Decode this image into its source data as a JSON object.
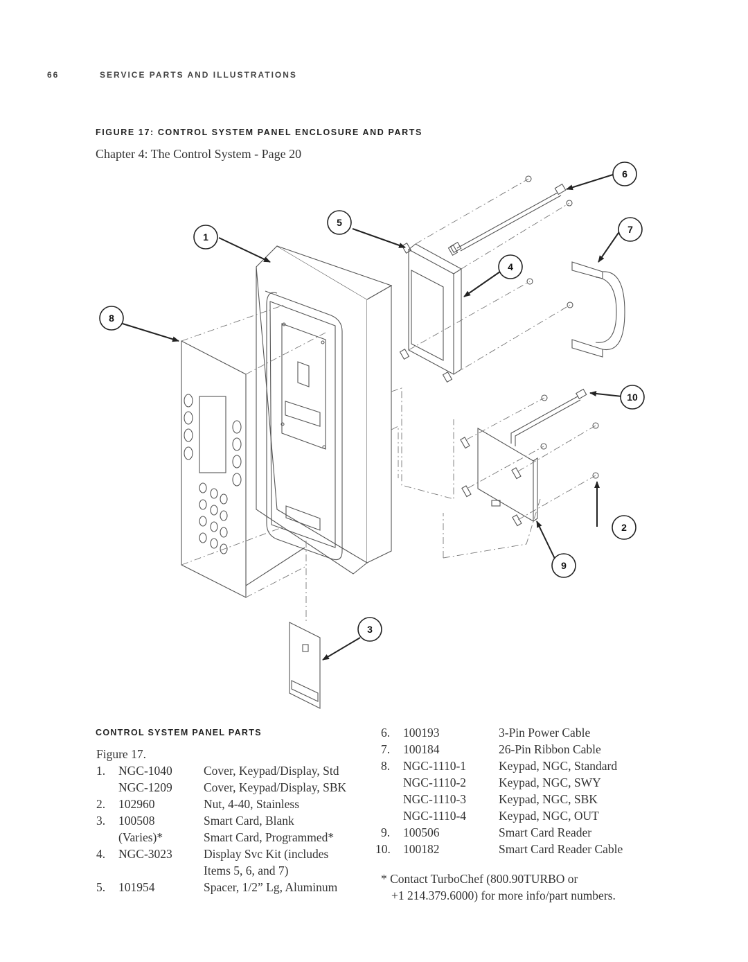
{
  "header": {
    "page_number": "66",
    "section_title": "SERVICE PARTS AND ILLUSTRATIONS"
  },
  "figure": {
    "title": "FIGURE 17: CONTROL SYSTEM PANEL ENCLOSURE AND PARTS",
    "subtitle": "Chapter 4: The Control System - Page 20",
    "callouts": [
      "1",
      "2",
      "3",
      "4",
      "5",
      "6",
      "7",
      "8",
      "9",
      "10"
    ]
  },
  "parts": {
    "heading": "CONTROL SYSTEM PANEL PARTS",
    "figure_label": "Figure 17.",
    "left_rows": [
      {
        "num": "1.",
        "part": "NGC-1040",
        "desc": "Cover, Keypad/Display, Std"
      },
      {
        "num": "",
        "part": "NGC-1209",
        "desc": "Cover, Keypad/Display, SBK"
      },
      {
        "num": "2.",
        "part": "102960",
        "desc": "Nut, 4-40, Stainless"
      },
      {
        "num": "3.",
        "part": "100508",
        "desc": "Smart Card, Blank"
      },
      {
        "num": "",
        "part": "(Varies)*",
        "desc": "Smart Card, Programmed*"
      },
      {
        "num": "4.",
        "part": "NGC-3023",
        "desc": "Display Svc Kit (includes"
      },
      {
        "num": "",
        "part": "",
        "desc": "Items 5, 6, and 7)"
      },
      {
        "num": "5.",
        "part": "101954",
        "desc": "Spacer, 1/2” Lg, Aluminum"
      }
    ],
    "right_rows": [
      {
        "num": "6.",
        "part": "100193",
        "desc": "3-Pin Power Cable"
      },
      {
        "num": "7.",
        "part": "100184",
        "desc": "26-Pin Ribbon Cable"
      },
      {
        "num": "8.",
        "part": "NGC-1110-1",
        "desc": "Keypad, NGC, Standard"
      },
      {
        "num": "",
        "part": "NGC-1110-2",
        "desc": "Keypad, NGC, SWY"
      },
      {
        "num": "",
        "part": "NGC-1110-3",
        "desc": "Keypad, NGC, SBK"
      },
      {
        "num": "",
        "part": "NGC-1110-4",
        "desc": "Keypad, NGC, OUT"
      },
      {
        "num": "9.",
        "part": "100506",
        "desc": "Smart Card Reader"
      },
      {
        "num": "10.",
        "part": "100182",
        "desc": "Smart Card Reader Cable"
      }
    ],
    "footnote_line1": "* Contact TurboChef (800.90TURBO or",
    "footnote_line2": "+1 214.379.6000) for more info/part numbers."
  }
}
